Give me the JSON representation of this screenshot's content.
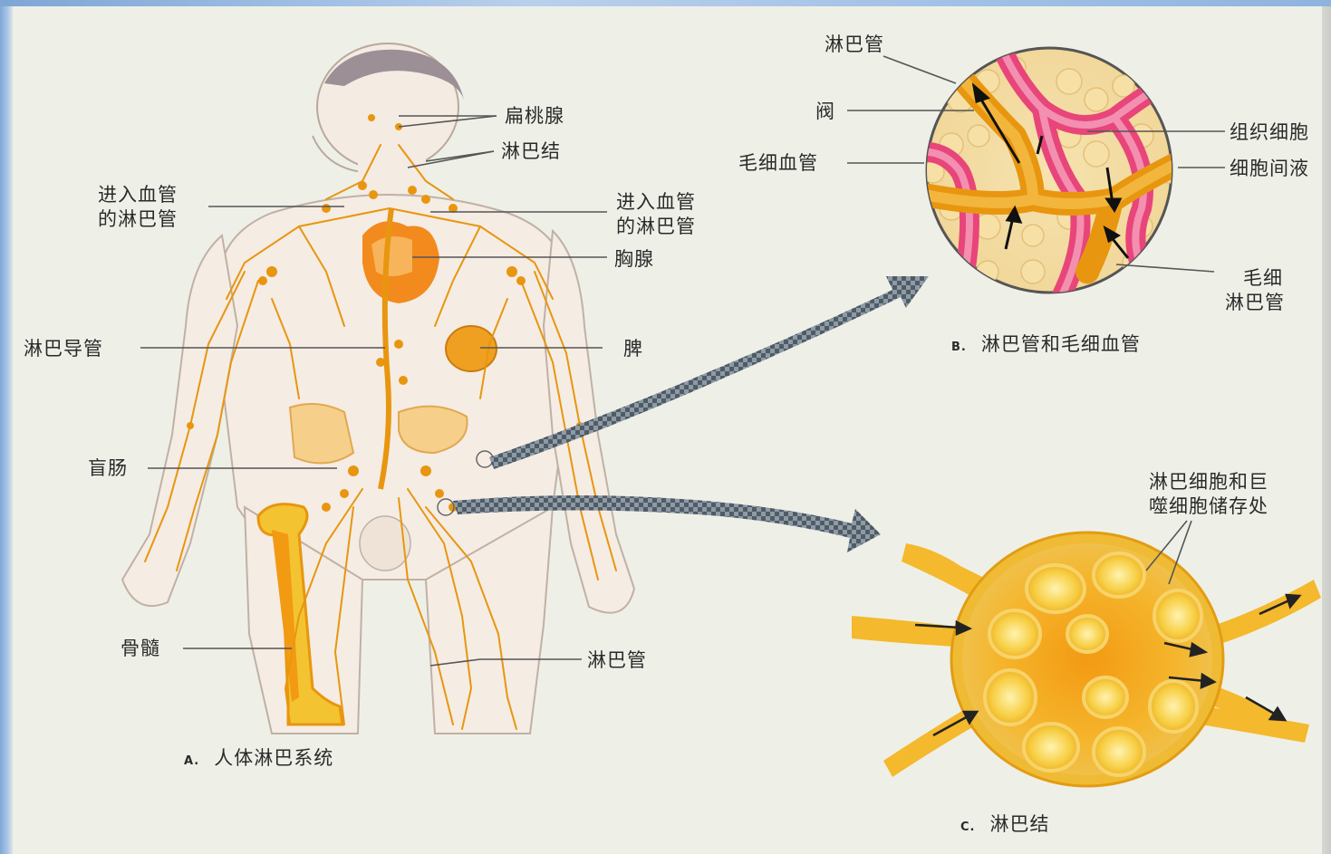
{
  "panel_a": {
    "caption_letter": "A.",
    "caption": "人体淋巴系统",
    "labels": {
      "tonsil": "扁桃腺",
      "lymph_node": "淋巴结",
      "left_vessel_to_blood_1": "进入血管",
      "left_vessel_to_blood_2": "的淋巴管",
      "right_vessel_to_blood_1": "进入血管",
      "right_vessel_to_blood_2": "的淋巴管",
      "thymus": "胸腺",
      "lymph_duct": "淋巴导管",
      "spleen": "脾",
      "appendix": "盲肠",
      "bone_marrow": "骨髓",
      "lymph_vessel": "淋巴管"
    }
  },
  "panel_b": {
    "caption_letter": "B.",
    "caption": "淋巴管和毛细血管",
    "labels": {
      "lymph_vessel": "淋巴管",
      "valve": "阀",
      "blood_capillary": "毛细血管",
      "tissue_cell": "组织细胞",
      "interstitial_fluid": "细胞间液",
      "lymph_capillary_1": "毛细",
      "lymph_capillary_2": "淋巴管"
    }
  },
  "panel_c": {
    "caption_letter": "C.",
    "caption": "淋巴结",
    "labels": {
      "storage_1": "淋巴细胞和巨",
      "storage_2": "噬细胞储存处"
    }
  },
  "colors": {
    "lymph": "#e8960f",
    "lymph_light": "#f6c44a",
    "vessel_red": "#e8457a",
    "arrow_gray": "#6d7b86"
  }
}
